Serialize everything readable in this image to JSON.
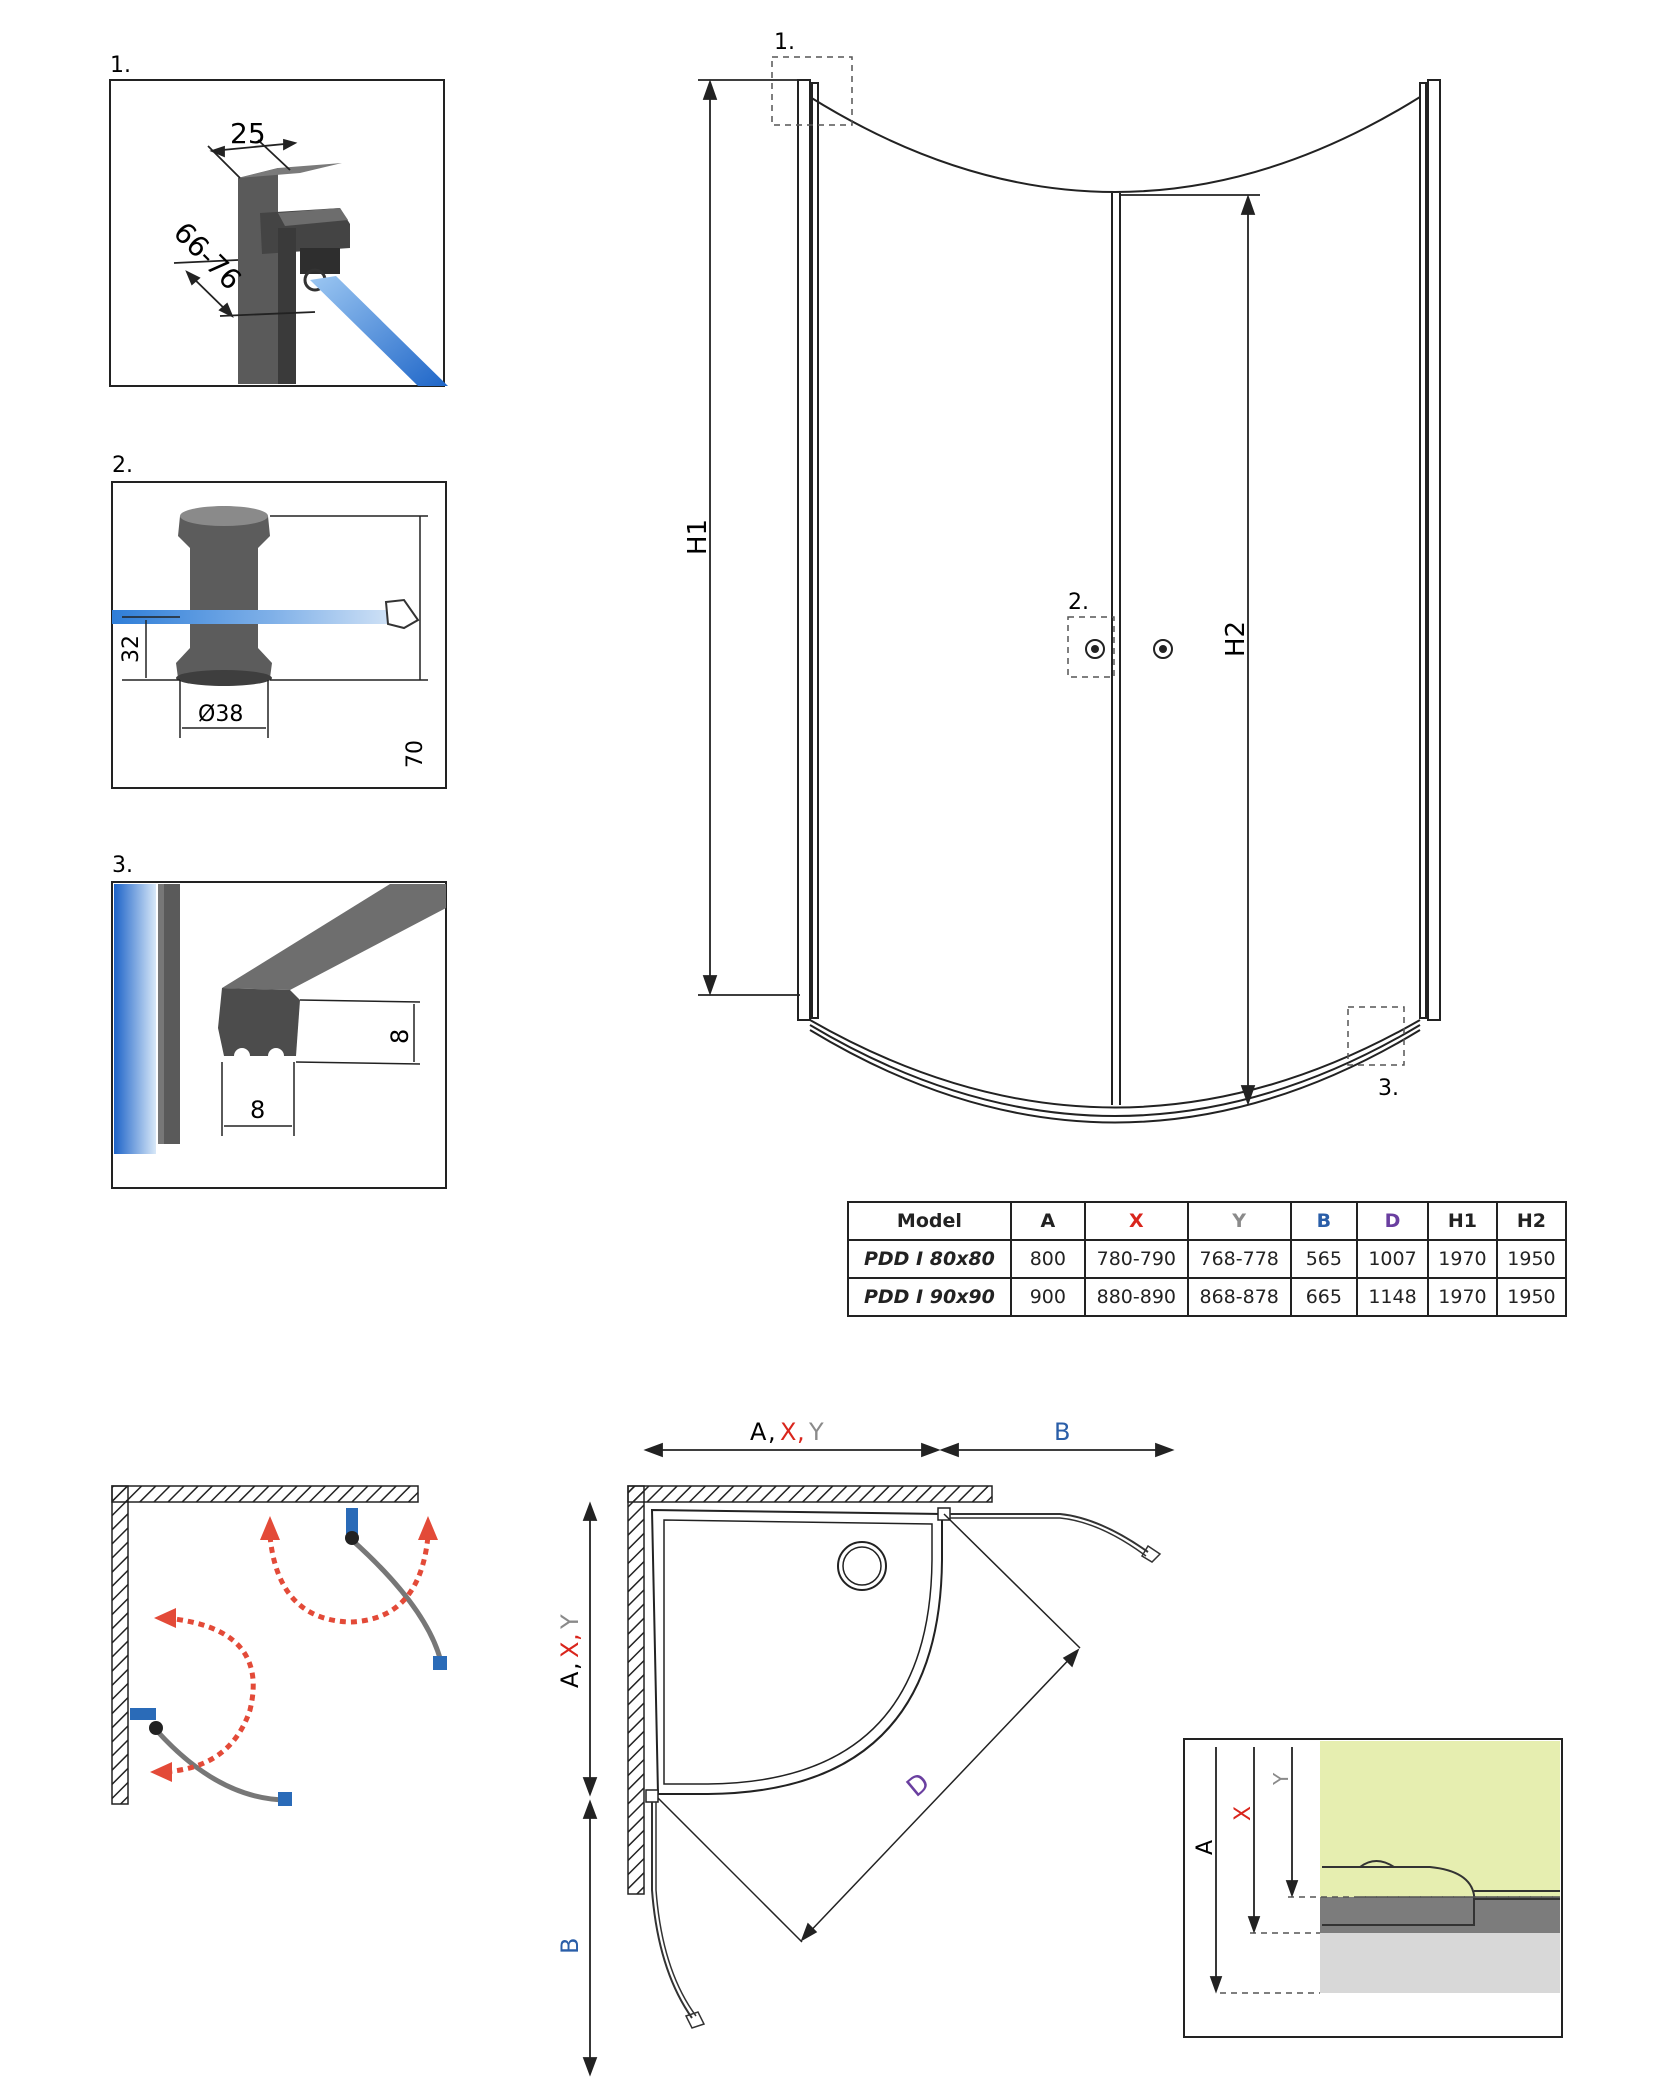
{
  "details": {
    "d1": {
      "label": "1.",
      "width": "25",
      "range": "66-76"
    },
    "d2": {
      "label": "2.",
      "height_small": "32",
      "diameter": "Ø38",
      "height_total": "70"
    },
    "d3": {
      "label": "3.",
      "height": "8",
      "width": "8"
    }
  },
  "front": {
    "label1": "1.",
    "label2": "2.",
    "label3": "3.",
    "h1": "H1",
    "h2": "H2"
  },
  "table": {
    "headers": [
      "Model",
      "A",
      "X",
      "Y",
      "B",
      "D",
      "H1",
      "H2"
    ],
    "header_colors": [
      "#222222",
      "#222222",
      "#d9251c",
      "#8a8a8a",
      "#2a5ea8",
      "#6a3fa0",
      "#222222",
      "#222222"
    ],
    "rows": [
      [
        "PDD I 80x80",
        "800",
        "780-790",
        "768-778",
        "565",
        "1007",
        "1970",
        "1950"
      ],
      [
        "PDD I 90x90",
        "900",
        "880-890",
        "868-878",
        "665",
        "1148",
        "1970",
        "1950"
      ]
    ]
  },
  "plan": {
    "top_a": "A",
    "top_x": "X",
    "top_y": "Y",
    "comma": ",",
    "top_b": "B",
    "left_a": "A",
    "left_x": "X",
    "left_y": "Y",
    "left_b": "B",
    "diag": "D"
  },
  "side": {
    "a": "A",
    "x": "X",
    "y": "Y"
  },
  "colors": {
    "red": "#d9251c",
    "blue": "#2a5ea8",
    "grey": "#8a8a8a",
    "purple": "#6a3fa0",
    "green_panel": "#e6eeb0",
    "arrow_red": "#e34a38",
    "glass_blue": "#3f8ee0"
  }
}
